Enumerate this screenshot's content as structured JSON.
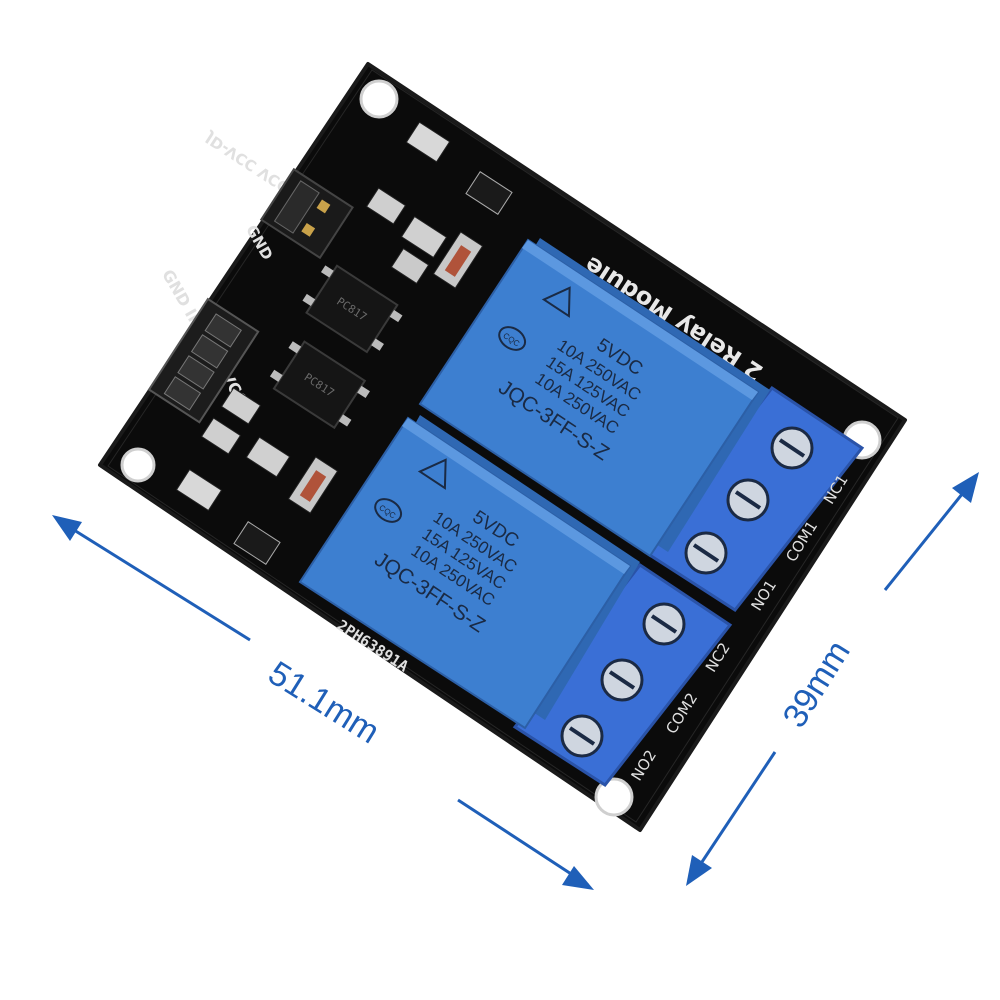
{
  "dimensions": {
    "width_label": "51.1mm",
    "height_label": "39mm"
  },
  "board": {
    "title": "2 Relay Module",
    "left_label_top": "JD-VCC VCC GND",
    "left_label_gnd": "GND",
    "header_labels": "GND IN1 IN2 VCC",
    "serial": "2PH63891A",
    "optocoupler_marking": "PC817"
  },
  "relays": [
    {
      "voltage": "5VDC",
      "rating_1": "10A 250VAC",
      "rating_2": "15A 125VAC",
      "rating_3": "10A 250VAC",
      "model": "JQC-3FF-S-Z",
      "cert": "CQC"
    },
    {
      "voltage": "5VDC",
      "rating_1": "10A 250VAC",
      "rating_2": "15A 125VAC",
      "rating_3": "10A 250VAC",
      "model": "JQC-3FF-S-Z",
      "cert": "CQC"
    }
  ],
  "terminals": {
    "set1": [
      "NC1",
      "COM1",
      "NO1"
    ],
    "set2": [
      "NC2",
      "COM2",
      "NO2"
    ]
  },
  "colors": {
    "pcb": "#0b0b0b",
    "relay": "#3d7fd0",
    "terminal": "#3a6fd6",
    "dimension": "#1f5fb8"
  }
}
